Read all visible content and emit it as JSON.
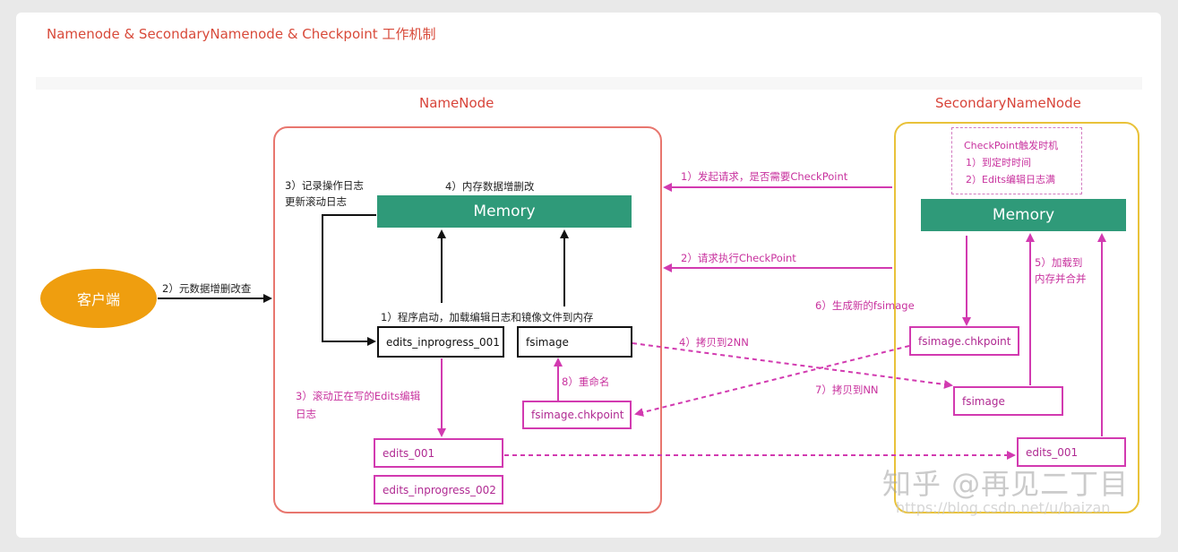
{
  "title": "Namenode & SecondaryNamenode & Checkpoint 工作机制",
  "namenode": {
    "title": "NameNode",
    "memory": "Memory",
    "memory_label": "4）内存数据增删改",
    "log_label_line1": "3）记录操作日志",
    "log_label_line2": "更新滚动日志",
    "load_label": "1）程序启动，加载编辑日志和镜像文件到内存",
    "edits_inprogress_001": "edits_inprogress_001",
    "fsimage": "fsimage",
    "fsimage_chkpoint": "fsimage.chkpoint",
    "rename_label": "8）重命名",
    "roll_label_line1": "3）滚动正在写的Edits编辑",
    "roll_label_line2": "日志",
    "edits_001": "edits_001",
    "edits_inprogress_002": "edits_inprogress_002"
  },
  "client": {
    "label": "客户端",
    "arrow_label": "2）元数据增删改查"
  },
  "secondary": {
    "title": "SecondaryNameNode",
    "memory": "Memory",
    "trigger_title": "CheckPoint触发时机",
    "trigger_1": "1）到定时时间",
    "trigger_2": "2）Edits编辑日志满",
    "fsimage_chkpoint": "fsimage.chkpoint",
    "fsimage": "fsimage",
    "edits_001": "edits_001",
    "gen_label": "6）生成新的fsimage",
    "load_label_line1": "5）加载到",
    "load_label_line2": "内存并合并"
  },
  "arrows": {
    "request_checkpoint": "1）发起请求，是否需要CheckPoint",
    "exec_checkpoint": "2）请求执行CheckPoint",
    "copy_to_2nn": "4）拷贝到2NN",
    "copy_to_nn": "7）拷贝到NN"
  },
  "watermark": {
    "main": "知乎 @再见二丁目",
    "url": "https://blog.csdn.net/u/baizan"
  },
  "colors": {
    "accent_red": "#d8443a",
    "memory_green": "#2f9a79",
    "client_orange": "#ef9e0f",
    "pink": "#d23ab0",
    "snn_border": "#e9c23a"
  }
}
